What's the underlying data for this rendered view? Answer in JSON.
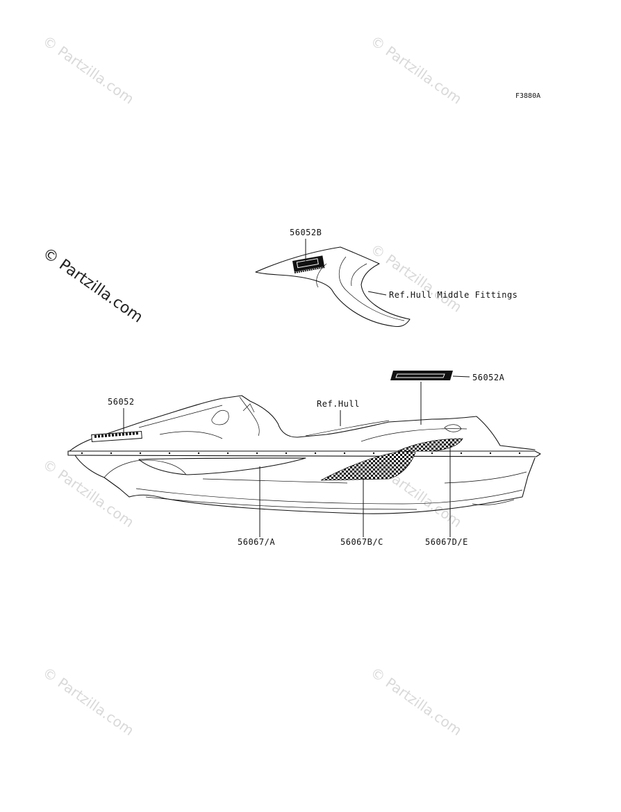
{
  "figure_code": "F3880A",
  "watermark": "© Partzilla.com",
  "callouts": {
    "p56052B": "56052B",
    "ref_hull_middle": "Ref.Hull Middle Fittings",
    "p56052A": "56052A",
    "p56052": "56052",
    "ref_hull": "Ref.Hull",
    "p56067A": "56067/A",
    "p56067BC": "56067B/C",
    "p56067DE": "56067D/E"
  },
  "colors": {
    "line": "#111111",
    "watermark_soft": "#d9d9d9",
    "watermark_dark": "#222222"
  }
}
